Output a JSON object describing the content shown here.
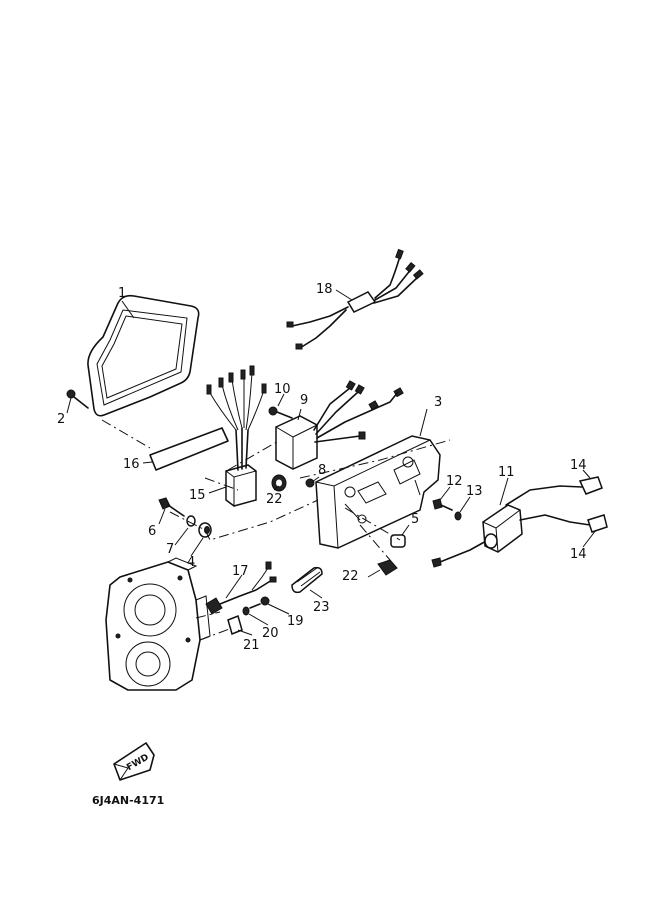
{
  "diagram": {
    "code": "6J4AN-4171",
    "direction_label": "FWD",
    "callouts": {
      "c1": "1",
      "c2": "2",
      "c3": "3",
      "c4": "4",
      "c5": "5",
      "c6": "6",
      "c7": "7",
      "c8": "8",
      "c9": "9",
      "c10": "10",
      "c11": "11",
      "c12": "12",
      "c13": "13",
      "c14a": "14",
      "c14b": "14",
      "c15": "15",
      "c16": "16",
      "c17": "17",
      "c18": "18",
      "c19": "19",
      "c20": "20",
      "c21": "21",
      "c22a": "22",
      "c22b": "22",
      "c23": "23"
    }
  }
}
